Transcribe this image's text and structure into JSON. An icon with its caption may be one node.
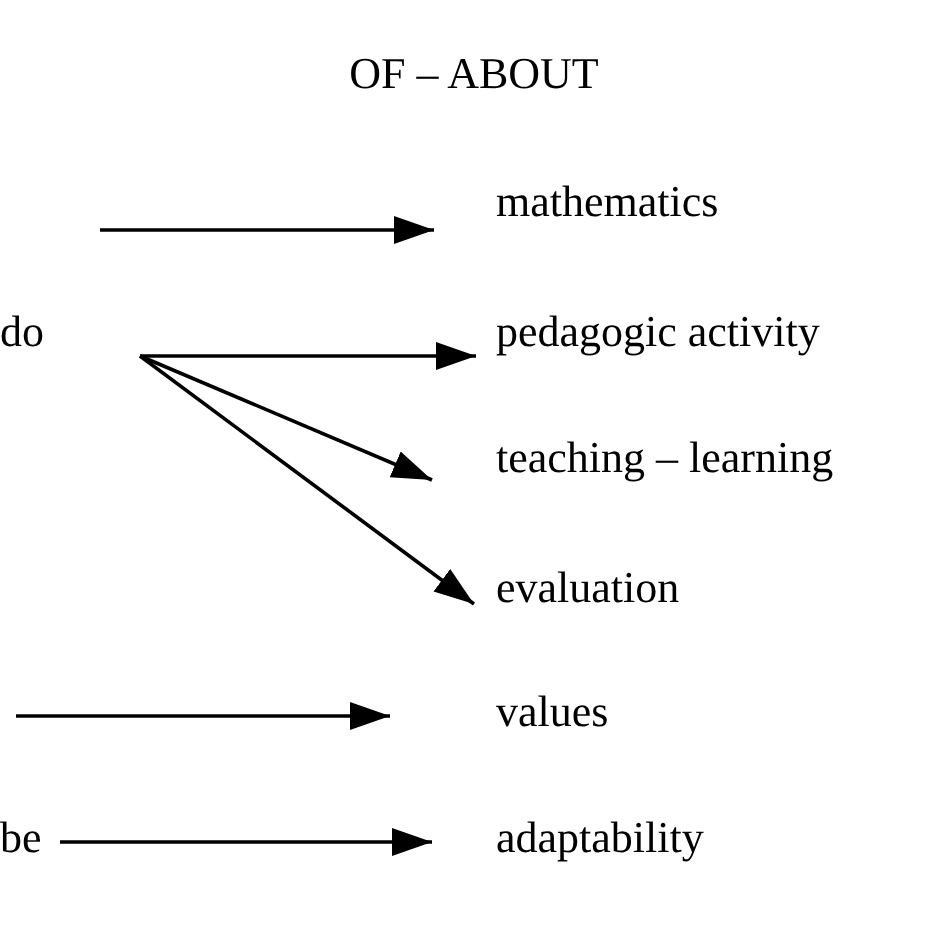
{
  "diagram": {
    "title": "OF – ABOUT",
    "nodes": [
      {
        "text": [
          "mathematics"
        ]
      },
      {
        "text": [
          "do"
        ]
      },
      {
        "text": [
          "pedagogic activity"
        ]
      },
      {
        "text": [
          "teaching – learning"
        ]
      },
      {
        "text": [
          "evaluation"
        ]
      },
      {
        "text": [
          "values"
        ]
      },
      {
        "text": [
          "be"
        ]
      },
      {
        "text": [
          "adaptability"
        ]
      }
    ],
    "edges": [
      {
        "from": null,
        "to": 0,
        "arrow": "to"
      },
      {
        "from": 1,
        "to": 2,
        "arrow": "to"
      },
      {
        "from": 1,
        "to": 3,
        "arrow": "to"
      },
      {
        "from": 1,
        "to": 4,
        "arrow": "to"
      },
      {
        "from": null,
        "to": 5,
        "arrow": "to"
      },
      {
        "from": 6,
        "to": 7,
        "arrow": "to"
      }
    ]
  }
}
